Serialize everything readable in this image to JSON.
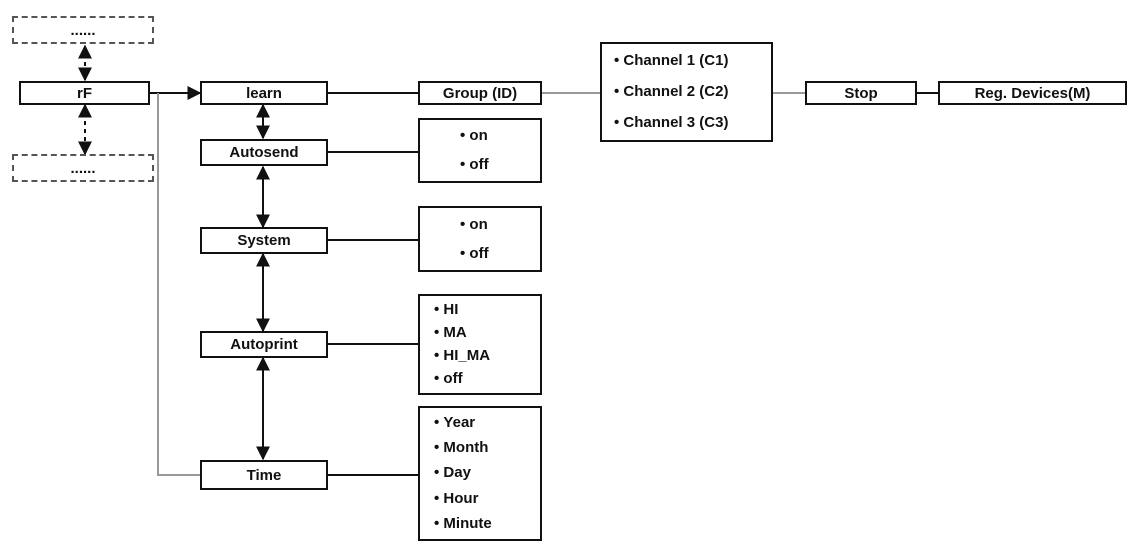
{
  "diagram": {
    "top_more": "......",
    "bottom_more": "......",
    "rf": "rF",
    "learn": "learn",
    "group": "Group (ID)",
    "channels": [
      "Channel 1 (C1)",
      "Channel 2 (C2)",
      "Channel 3 (C3)"
    ],
    "stop": "Stop",
    "reg_devices": "Reg. Devices(M)",
    "autosend": "Autosend",
    "autosend_options": [
      "on",
      "off"
    ],
    "system": "System",
    "system_options": [
      "on",
      "off"
    ],
    "autoprint": "Autoprint",
    "autoprint_options": [
      "HI",
      "MA",
      "HI_MA",
      "off"
    ],
    "time": "Time",
    "time_options": [
      "Year",
      "Month",
      "Day",
      "Hour",
      "Minute"
    ]
  }
}
